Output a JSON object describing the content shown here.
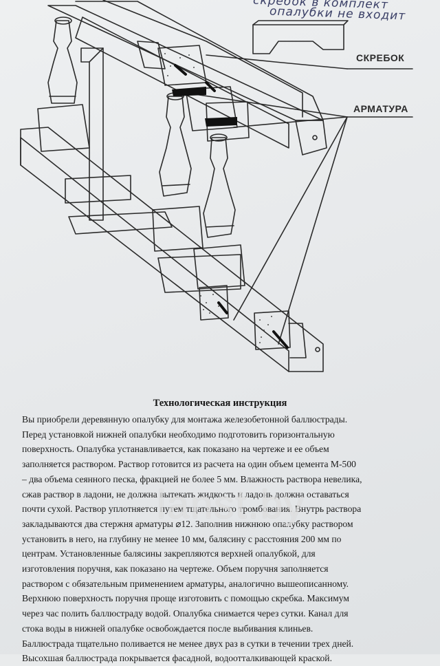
{
  "handwritten": {
    "line1": "скребок в комплект",
    "line2": "опалубки не входит"
  },
  "callouts": {
    "scraper": "СКРЕБОК",
    "rebar": "АРМАТУРА"
  },
  "instruction": {
    "title": "Технологическая инструкция",
    "lines": [
      "Вы приобрели деревянную опалубку для монтажа железобетонной баллюстрады.",
      "Перед установкой нижней опалубки необходимо подготовить горизонтальную",
      "поверхность. Опалубка устанавливается, как показано на чертеже и ее объем",
      "заполняется раствором. Раствор готовится из расчета на один объем цемента М-500",
      "– два объема сеянного песка, фракцией не более 5 мм. Влажность раствора невелика,",
      "сжав раствор в ладони, не должна вытекать жидкость и ладонь должна оставаться",
      "почти сухой. Раствор уплотняется путем тщательного тромбования. Внутрь раствора",
      "закладываются два стержня арматуры ⌀12. Заполнив нижнюю опалубку раствором",
      "установить в него, на глубину не менее 10 мм, балясину с расстояния 200 мм по",
      "центрам. Установленные балясины закрепляются верхней опалубкой, для",
      "изготовления поручня, как показано на чертеже. Объем поручня заполняется",
      "раствором с обязательным применением арматуры, аналогично вышеописанному.",
      "Верхнюю поверхность поручня проще изготовить с помощью скребка. Максимум",
      "через час полить баллюстраду водой. Опалубка снимается через сутки. Канал для",
      "стока воды в нижней опалубке освобождается после выбивания клиньев.",
      "Баллюстрада тщательно поливается не менее двух  раз в сутки в течении трех дней.",
      "Высохшая баллюстрада покрывается фасадной, водоотталкивающей краской."
    ]
  },
  "watermark": "lanst.by"
}
